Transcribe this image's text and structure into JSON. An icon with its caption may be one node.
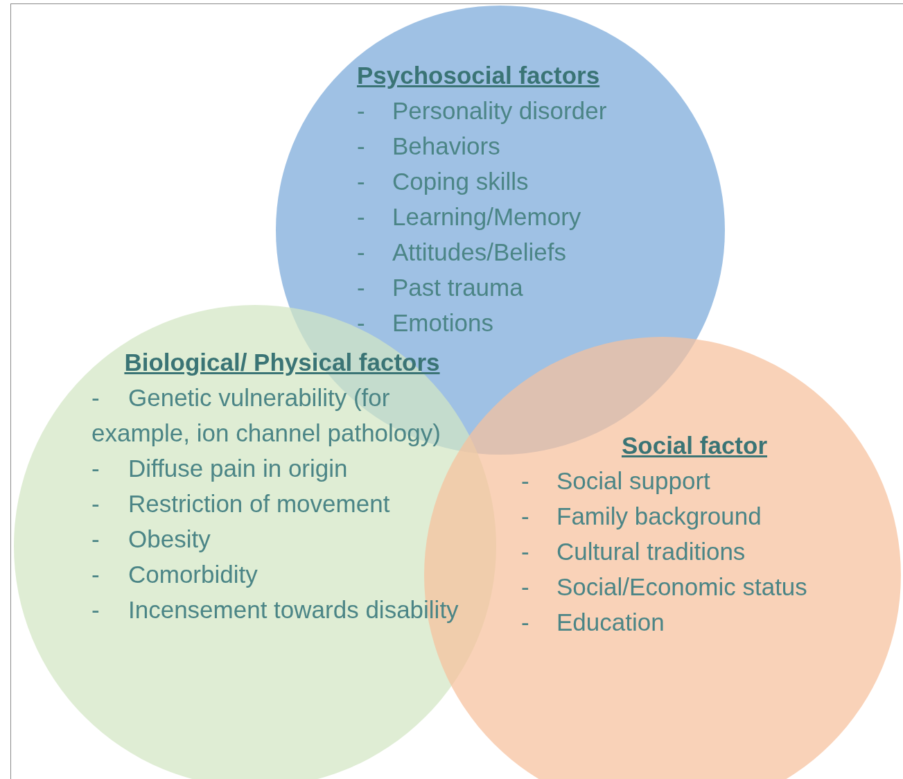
{
  "diagram": {
    "nodes": [
      {
        "text": [
          "Psychosocial factors",
          "- Personality disorder",
          "- Behaviors",
          "- Coping skills",
          "- Learning/Memory",
          "- Attitudes/Beliefs",
          "- Past trauma",
          "- Emotions"
        ]
      },
      {
        "text": [
          "Biological/ Physical factors",
          "- Genetic vulnerability (for example, ion channel pathology)",
          "- Diffuse pain in origin",
          "- Restriction of movement",
          "- Obesity",
          "- Comorbidity",
          "- Incensement towards disability"
        ]
      },
      {
        "text": [
          "Social factor",
          "- Social support",
          "- Family background",
          "- Cultural traditions",
          "- Social/Economic status",
          "- Education"
        ]
      }
    ],
    "edges": []
  }
}
